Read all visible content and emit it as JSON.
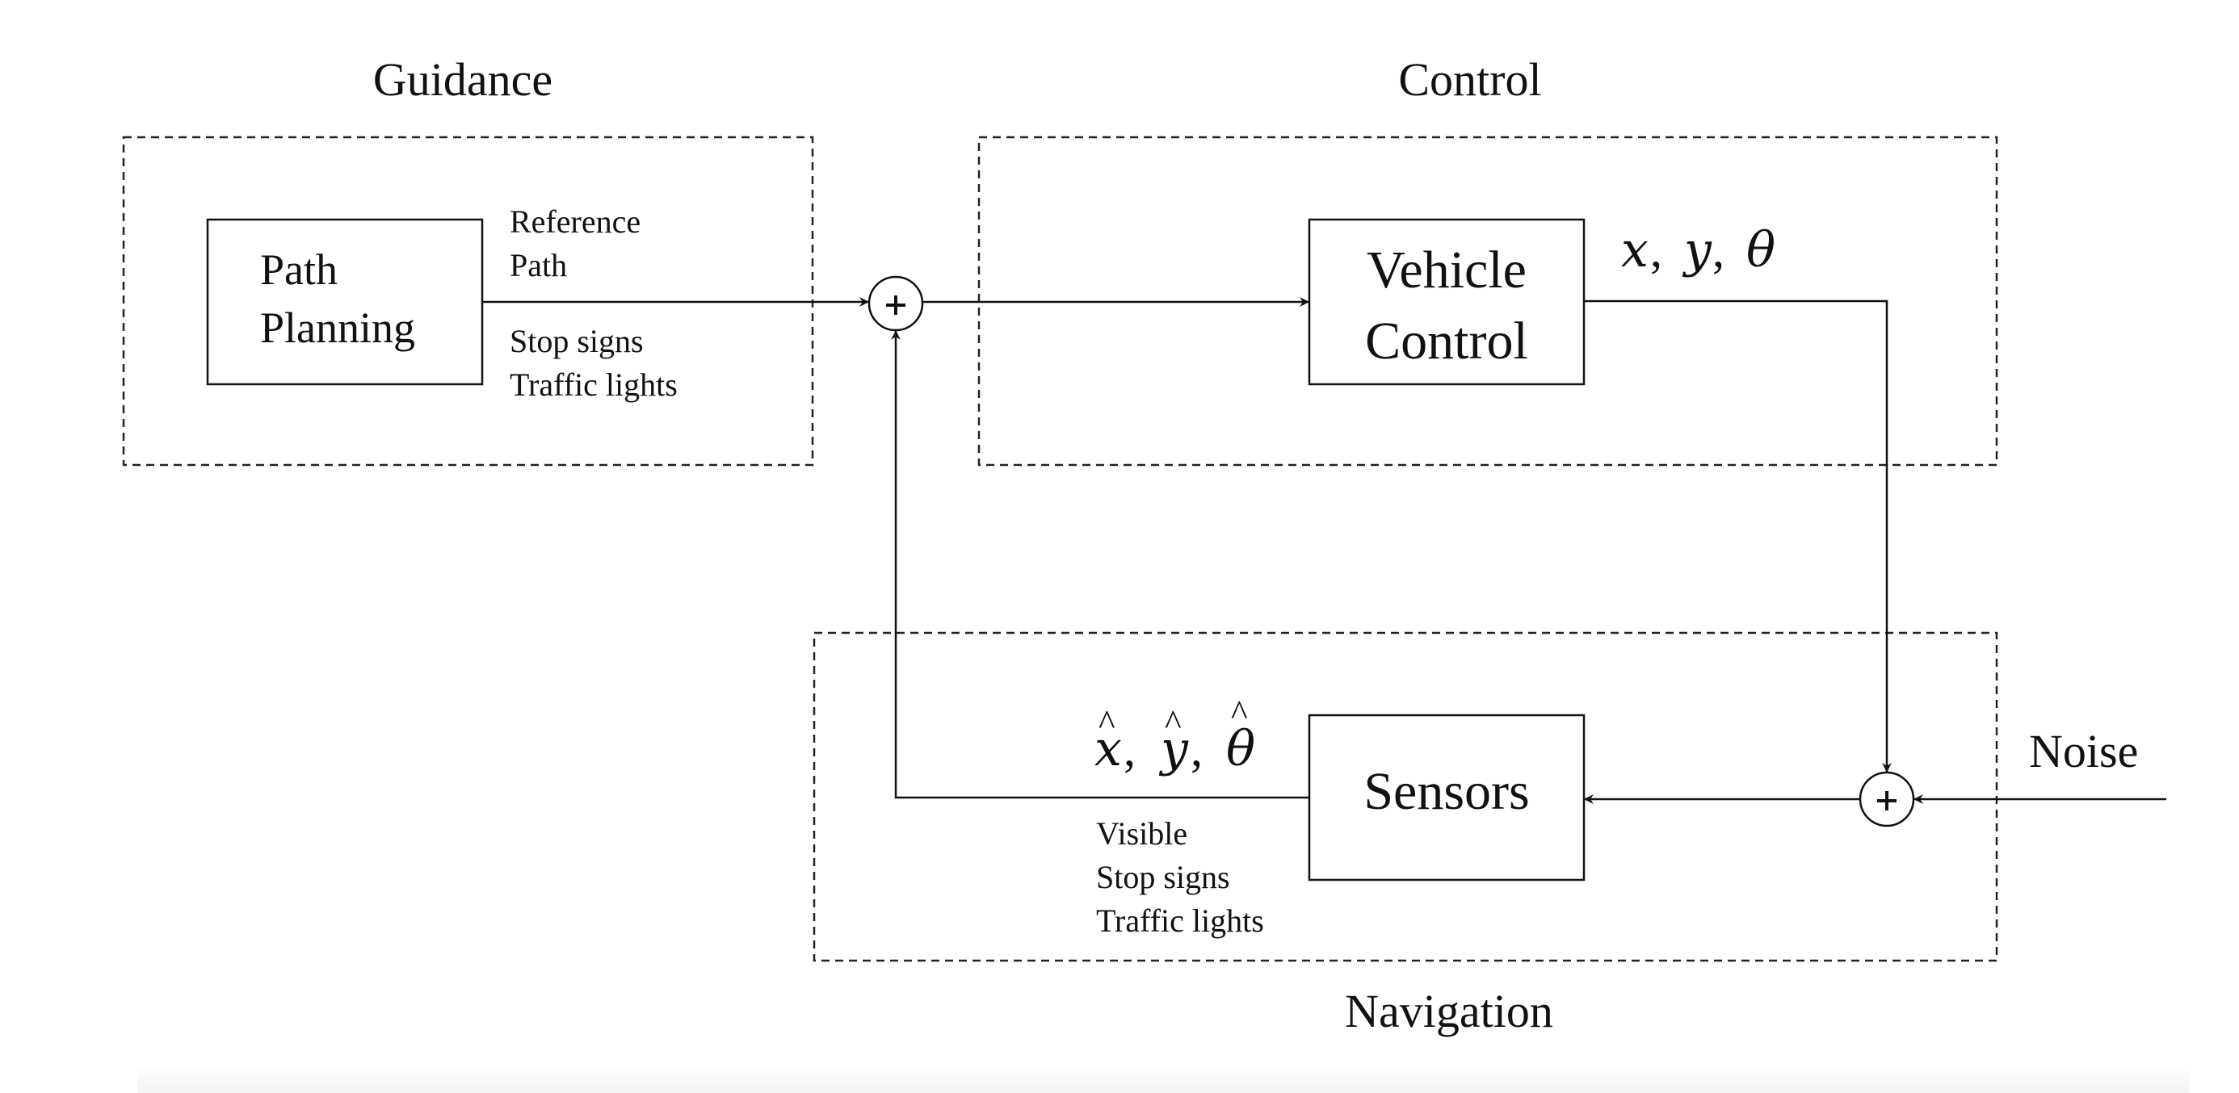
{
  "groups": {
    "guidance": "Guidance",
    "control": "Control",
    "navigation": "Navigation"
  },
  "blocks": {
    "path_planning": [
      "Path",
      "Planning"
    ],
    "vehicle_control": [
      "Vehicle",
      "Control"
    ],
    "sensors": "Sensors"
  },
  "signals": {
    "reference_path": [
      "Reference",
      "Path"
    ],
    "guidance_events": [
      "Stop signs",
      "Traffic lights"
    ],
    "state": {
      "x": "x",
      "y": "y",
      "theta": "θ",
      "sep": ","
    },
    "estimate": {
      "x": "x",
      "y": "y",
      "theta": "θ",
      "hat": "^",
      "sep": ","
    },
    "visible_events": [
      "Visible",
      "Stop signs",
      "Traffic lights"
    ],
    "noise": "Noise"
  },
  "sum_symbol": "+"
}
